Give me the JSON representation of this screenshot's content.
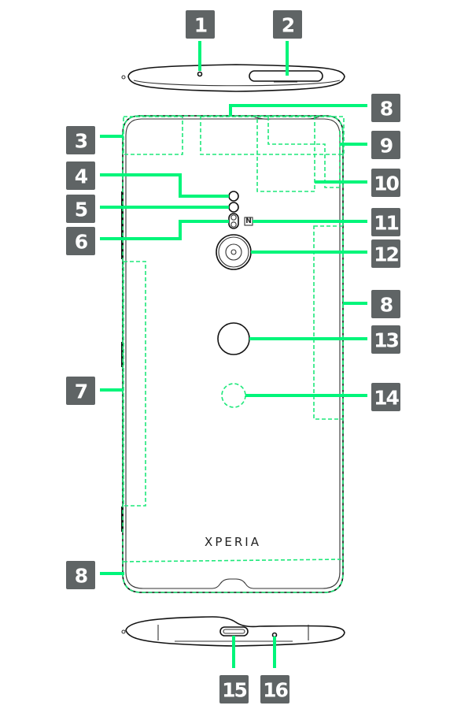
{
  "diagram": {
    "title": "Xperia rear view part locations",
    "brand_text": "XPERIA",
    "nfc_mark": "N",
    "callouts": [
      {
        "id": "1",
        "label": "1",
        "part": "microphone-hole-top"
      },
      {
        "id": "2",
        "label": "2",
        "part": "sim-card-tray"
      },
      {
        "id": "3",
        "label": "3",
        "part": "antenna-zone-top-left"
      },
      {
        "id": "4",
        "label": "4",
        "part": "sensor-upper"
      },
      {
        "id": "5",
        "label": "5",
        "part": "sensor-lower"
      },
      {
        "id": "6",
        "label": "6",
        "part": "flash-light"
      },
      {
        "id": "7",
        "label": "7",
        "part": "antenna-zone-left"
      },
      {
        "id": "8a",
        "label": "8",
        "part": "antenna-zone-top"
      },
      {
        "id": "9",
        "label": "9",
        "part": "antenna-zone-right-top"
      },
      {
        "id": "10",
        "label": "10",
        "part": "antenna-zone-inner-top"
      },
      {
        "id": "11",
        "label": "11",
        "part": "nfc-mark"
      },
      {
        "id": "12",
        "label": "12",
        "part": "rear-camera"
      },
      {
        "id": "8b",
        "label": "8",
        "part": "antenna-zone-right"
      },
      {
        "id": "13",
        "label": "13",
        "part": "fingerprint-sensor"
      },
      {
        "id": "14",
        "label": "14",
        "part": "qi-charging-area"
      },
      {
        "id": "8c",
        "label": "8",
        "part": "antenna-zone-bottom"
      },
      {
        "id": "15",
        "label": "15",
        "part": "usb-type-c-port"
      },
      {
        "id": "16",
        "label": "16",
        "part": "microphone-hole-bottom"
      }
    ],
    "colors": {
      "badge": "#5f6465",
      "leader": "#00f57a",
      "zone": "#1ee87a",
      "outline": "#111111"
    }
  }
}
